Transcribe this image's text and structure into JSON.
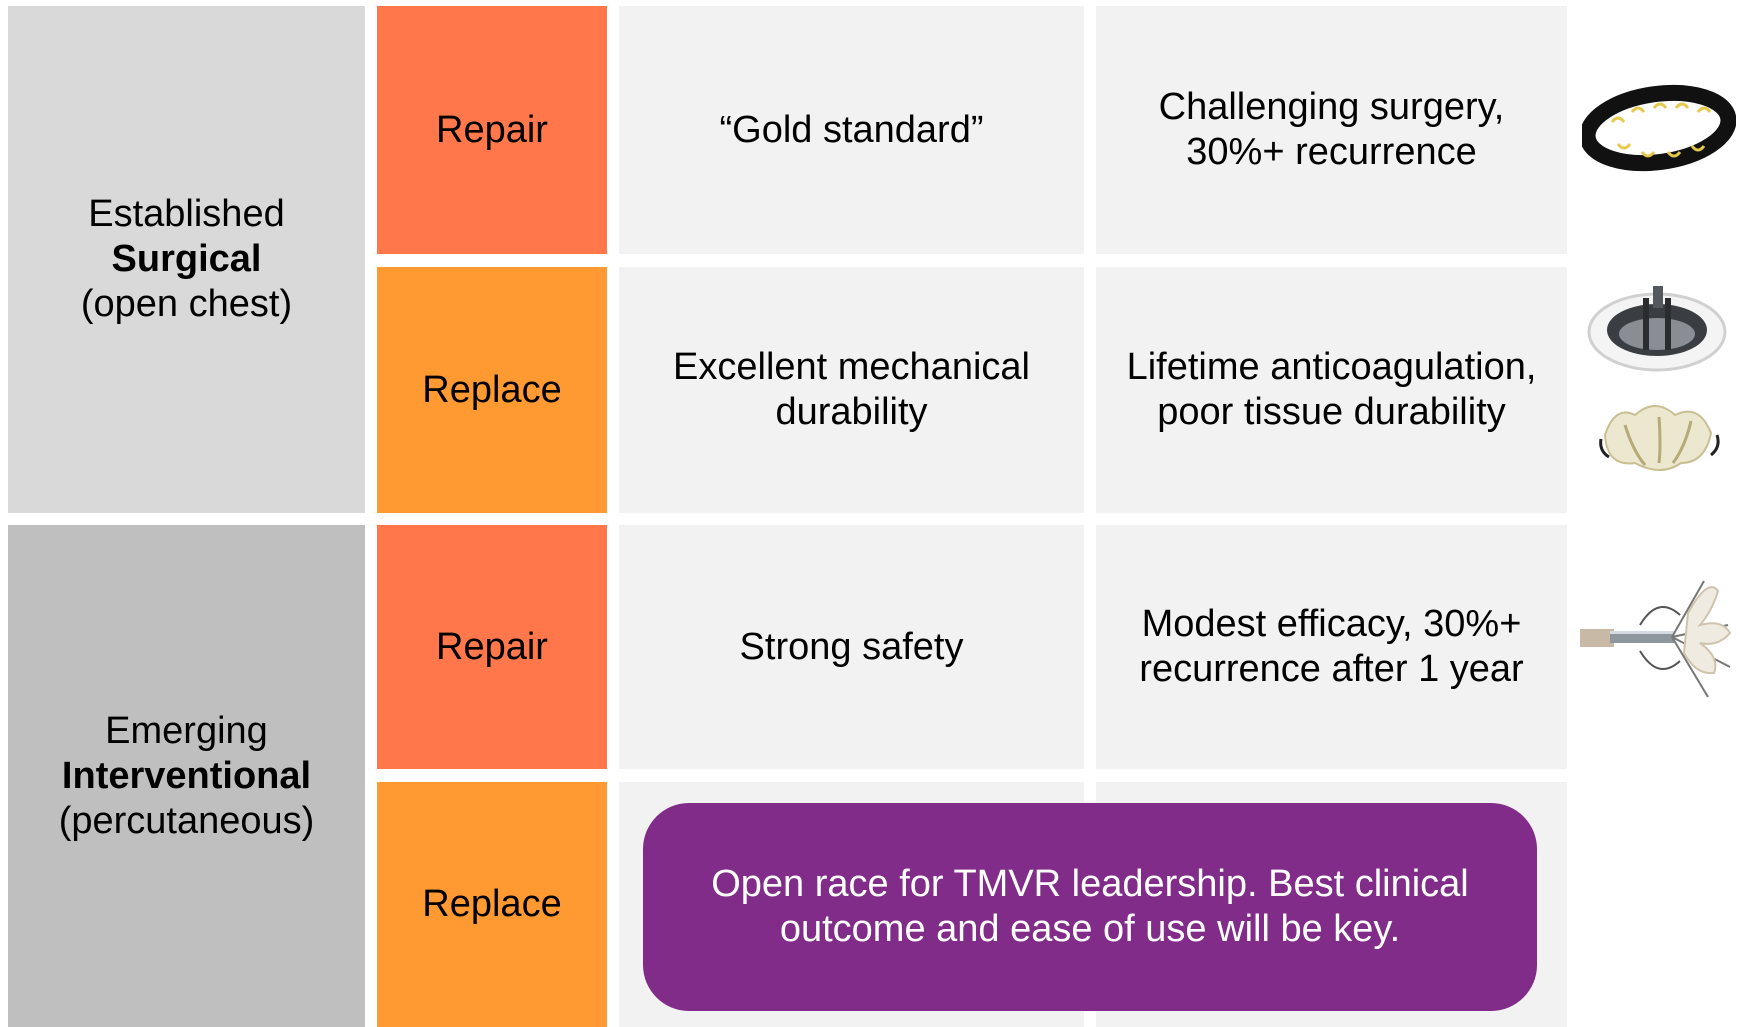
{
  "categories": {
    "surgical": {
      "line1": "Established",
      "line2": "Surgical",
      "line3": "(open chest)"
    },
    "interventional": {
      "line1": "Emerging",
      "line2": "Interventional",
      "line3": "(percutaneous)"
    }
  },
  "rows": [
    {
      "type": "Repair",
      "pro": "“Gold standard”",
      "con_line1": "Challenging surgery,",
      "con_line2": "30%+ recurrence"
    },
    {
      "type": "Replace",
      "pro_line1": "Excellent mechanical",
      "pro_line2": "durability",
      "con_line1": "Lifetime anticoagulation,",
      "con_line2": "poor tissue durability"
    },
    {
      "type": "Repair",
      "pro": "Strong safety",
      "con_line1": "Modest efficacy, 30%+",
      "con_line2": "recurrence after 1 year"
    },
    {
      "type": "Replace"
    }
  ],
  "callout": {
    "line1": "Open race for TMVR leadership. Best clinical",
    "line2": "outcome and ease of use will be key."
  },
  "colors": {
    "repair": "#ff774a",
    "replace": "#ff9a32",
    "surgical": "#d9d9d9",
    "interventional": "#bfbfbf",
    "description": "#f2f2f2",
    "callout": "#812c89"
  },
  "devices": [
    "annuloplasty-ring-image",
    "mechanical-valve-image",
    "tissue-valve-image",
    "clip-device-image"
  ]
}
